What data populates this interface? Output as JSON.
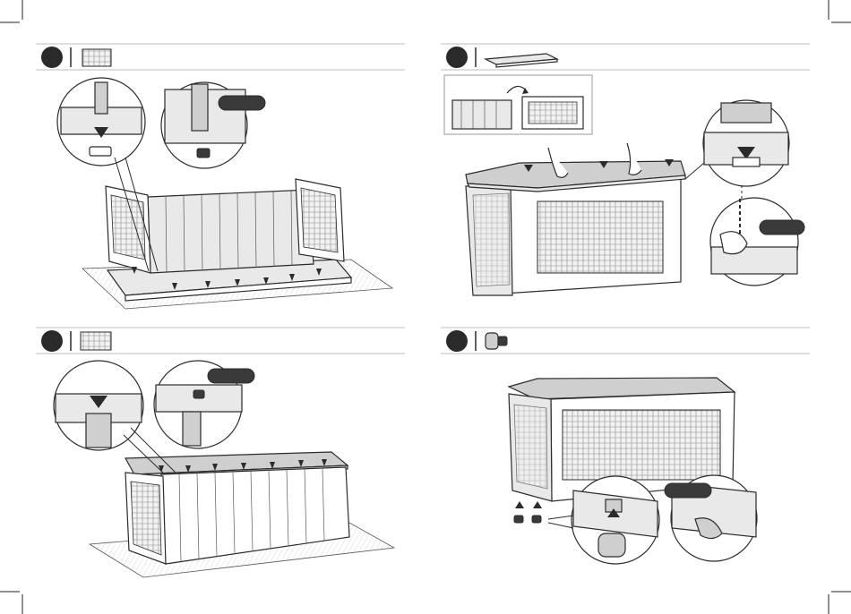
{
  "steps": [
    {
      "id": 1,
      "part_icon": "wall-panel-icon"
    },
    {
      "id": 2,
      "part_icon": "lid-panel-icon"
    },
    {
      "id": 3,
      "part_icon": "side-panel-icon"
    },
    {
      "id": 4,
      "part_icon": "foot-plug-icon"
    }
  ],
  "colors": {
    "ink": "#2b2b2b",
    "shade": "#e9e9e9",
    "dark": "#3a3a3a",
    "rule": "#bdbdbd"
  }
}
